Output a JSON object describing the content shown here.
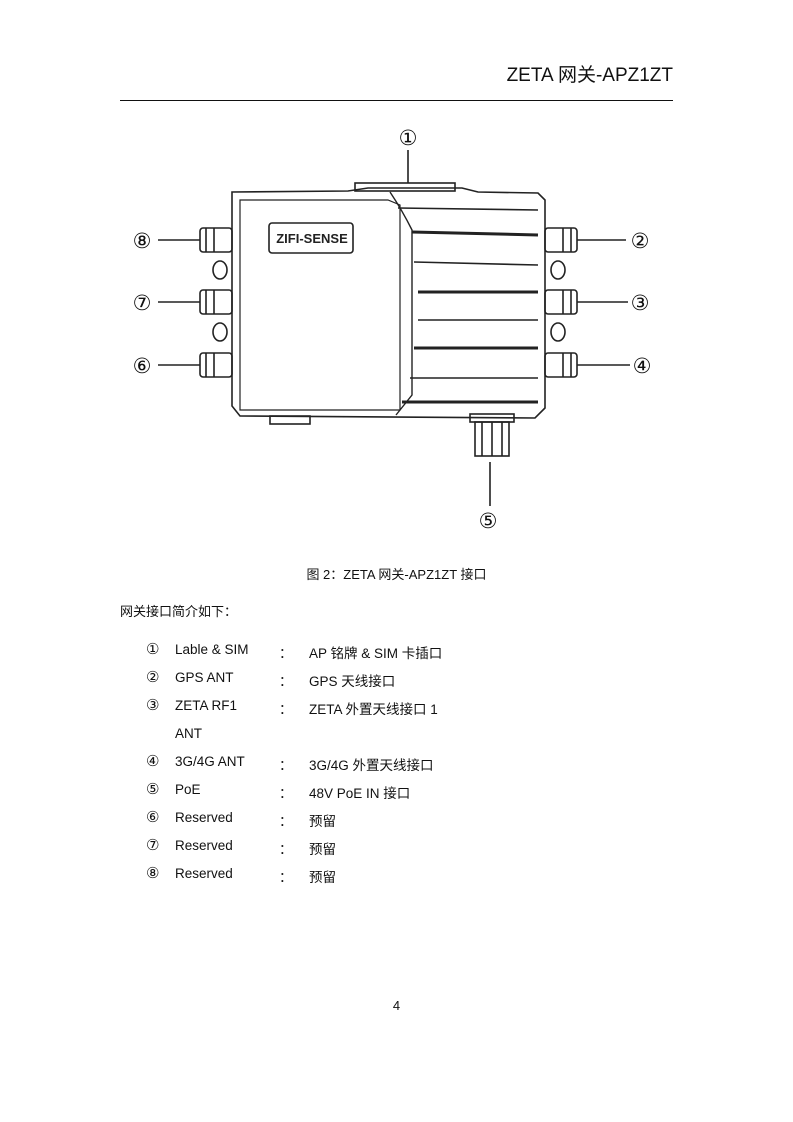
{
  "header": {
    "title": "ZETA 网关-APZ1ZT"
  },
  "figure": {
    "brand_label": "ZIFI-SENSE",
    "callouts": [
      "①",
      "②",
      "③",
      "④",
      "⑤",
      "⑥",
      "⑦",
      "⑧"
    ],
    "caption": "图 2：ZETA 网关-APZ1ZT 接口"
  },
  "intro": "网关接口简介如下：",
  "interfaces": [
    {
      "num": "①",
      "name": "Lable & SIM",
      "sep": "：",
      "desc": "AP 铭牌  & SIM 卡插口"
    },
    {
      "num": "②",
      "name": "GPS ANT",
      "sep": "：",
      "desc": "GPS 天线接口"
    },
    {
      "num": "③",
      "name": "ZETA RF1",
      "name_cont": "ANT",
      "sep": "：",
      "desc": "ZETA 外置天线接口 1"
    },
    {
      "num": "④",
      "name": "3G/4G ANT",
      "sep": "：",
      "desc": "3G/4G 外置天线接口"
    },
    {
      "num": "⑤",
      "name": "PoE",
      "sep": "：",
      "desc": "48V PoE IN 接口"
    },
    {
      "num": "⑥",
      "name": "Reserved",
      "sep": "：",
      "desc": "预留"
    },
    {
      "num": "⑦",
      "name": "Reserved",
      "sep": "：",
      "desc": "预留"
    },
    {
      "num": "⑧",
      "name": "Reserved",
      "sep": "：",
      "desc": "预留"
    }
  ],
  "page_number": "4"
}
